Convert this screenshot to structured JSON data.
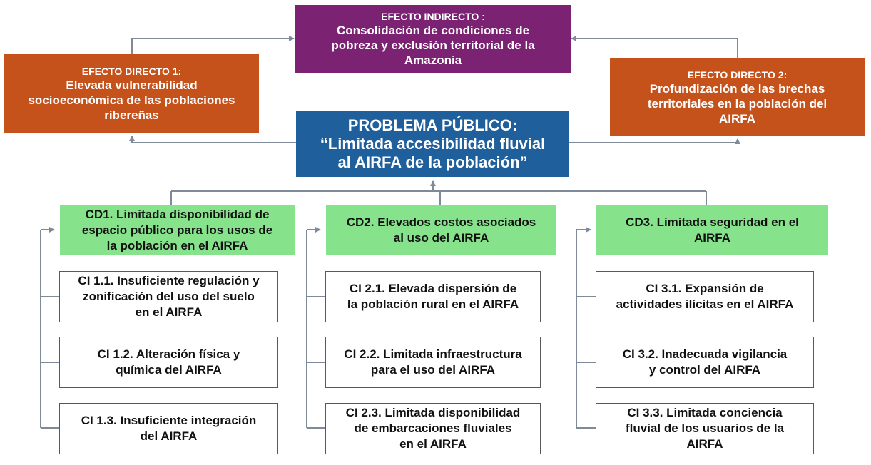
{
  "indirect_effect": {
    "heading": "EFECTO INDIRECTO :",
    "lines": [
      "Consolidación de condiciones de",
      "pobreza y exclusión territorial de la",
      "Amazonia"
    ]
  },
  "direct_effect_1": {
    "heading": "EFECTO DIRECTO 1:",
    "lines": [
      "Elevada vulnerabilidad",
      "socioeconómica de las poblaciones",
      "ribereñas"
    ]
  },
  "direct_effect_2": {
    "heading": "EFECTO DIRECTO 2:",
    "lines": [
      "Profundización de las brechas",
      "territoriales en la población del",
      "AIRFA"
    ]
  },
  "problem": {
    "lines": [
      "PROBLEMA PÚBLICO:",
      "“Limitada accesibilidad fluvial",
      "al AIRFA de la población”"
    ]
  },
  "direct_causes": [
    {
      "lines": [
        "CD1. Limitada disponibilidad de",
        "espacio público para los usos de",
        "la población en el AIRFA"
      ]
    },
    {
      "lines": [
        "CD2. Elevados costos asociados",
        "al uso del AIRFA"
      ]
    },
    {
      "lines": [
        "CD3. Limitada seguridad en el",
        "AIRFA"
      ]
    }
  ],
  "indirect_causes": [
    [
      {
        "lines": [
          "CI 1.1. Insuficiente regulación y",
          "zonificación del uso del suelo",
          "en el AIRFA"
        ]
      },
      {
        "lines": [
          "CI 1.2. Alteración física y",
          "química del AIRFA"
        ]
      },
      {
        "lines": [
          "CI 1.3. Insuficiente integración",
          "del AIRFA"
        ]
      }
    ],
    [
      {
        "lines": [
          "CI 2.1. Elevada dispersión de",
          "la población rural en el AIRFA"
        ]
      },
      {
        "lines": [
          "CI 2.2. Limitada  infraestructura",
          "para el uso del AIRFA"
        ]
      },
      {
        "lines": [
          "CI 2.3. Limitada disponibilidad",
          "de embarcaciones fluviales",
          "en el AIRFA"
        ]
      }
    ],
    [
      {
        "lines": [
          "CI 3.1. Expansión de",
          "actividades ilícitas en el AIRFA"
        ]
      },
      {
        "lines": [
          "CI 3.2. Inadecuada vigilancia",
          "y control del AIRFA"
        ]
      },
      {
        "lines": [
          "CI 3.3. Limitada conciencia",
          "fluvial de los usuarios de la",
          "AIRFA"
        ]
      }
    ]
  ],
  "colors": {
    "effect": "#c5511b",
    "indirect": "#7b2272",
    "problem": "#1f5f9c",
    "cause": "#86e38c",
    "connector": "#7f8a99"
  }
}
